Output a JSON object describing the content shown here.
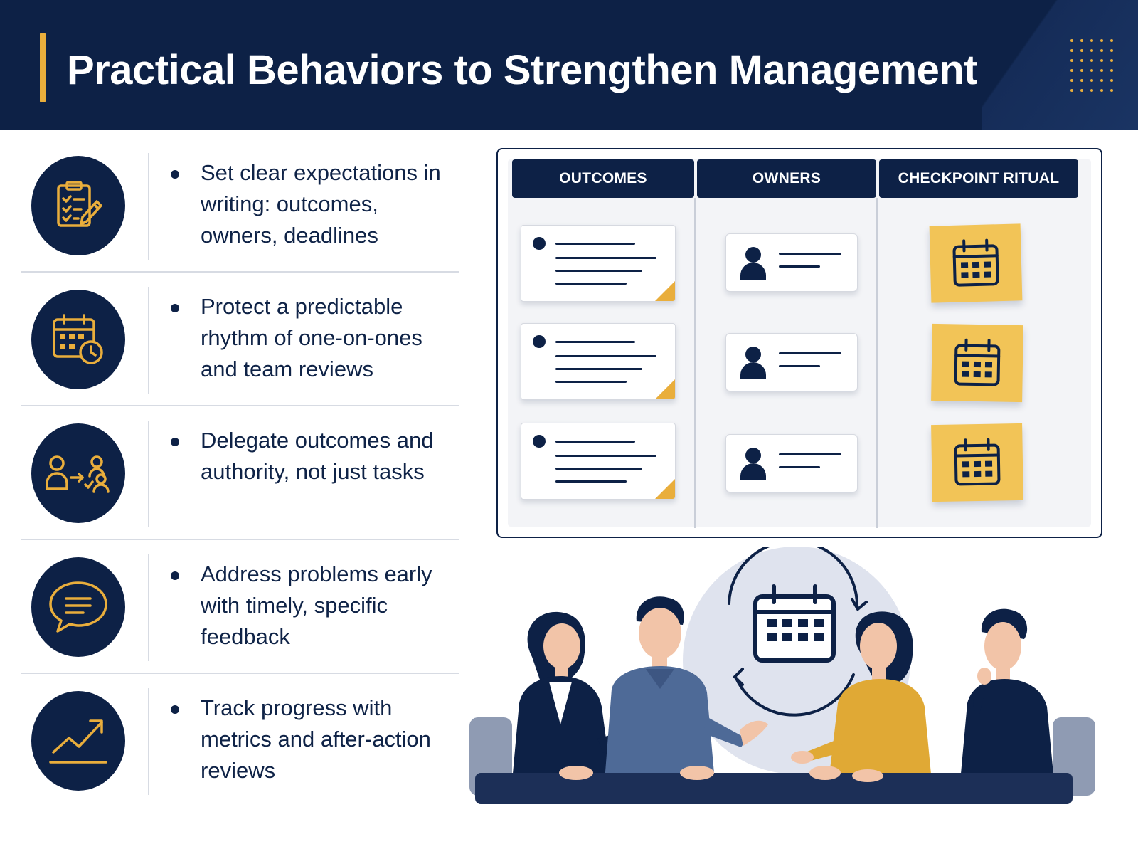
{
  "header": {
    "title": "Practical Behaviors to Strengthen Management"
  },
  "behaviors": [
    {
      "icon": "clipboard-checklist-icon",
      "text": "Set clear expectations in writing: outcomes, owners, deadlines"
    },
    {
      "icon": "calendar-clock-icon",
      "text": "Protect a predictable rhythm of one-on-ones and team reviews"
    },
    {
      "icon": "delegation-people-icon",
      "text": "Delegate outcomes and authority, not just tasks"
    },
    {
      "icon": "speech-bubble-icon",
      "text": "Address problems early with timely, specific feedback"
    },
    {
      "icon": "trend-up-chart-icon",
      "text": "Track progress with metrics and after-action reviews"
    }
  ],
  "board": {
    "columns": [
      "OUTCOMES",
      "OWNERS",
      "CHECKPOINT RITUAL"
    ]
  },
  "colors": {
    "navy": "#0d2146",
    "gold": "#e9ae3c",
    "sticky_yellow": "#f2c457",
    "light_gray": "#f3f4f7"
  }
}
